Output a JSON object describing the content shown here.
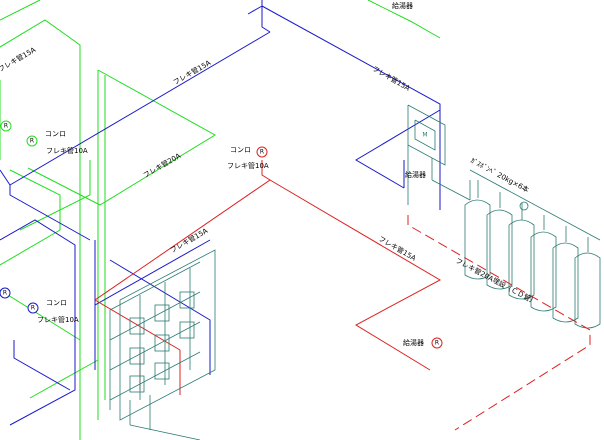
{
  "labels": {
    "flex15a": "フレキ管15A",
    "flex20a": "フレキ管20A",
    "flex10a": "フレキ管10A",
    "konro": "コンロ",
    "kyutoki": "給湯器",
    "buried": "フレキ管20A埋設（ＣＤ管）",
    "cylinders": "ｶﾞｽﾎﾞﾝﾍﾞ 20kg×6本",
    "meter": "M",
    "reg": "R"
  },
  "colors": {
    "blue": "#1a1acc",
    "green": "#22dd22",
    "red": "#dd2222",
    "teal": "#2a7a72"
  }
}
